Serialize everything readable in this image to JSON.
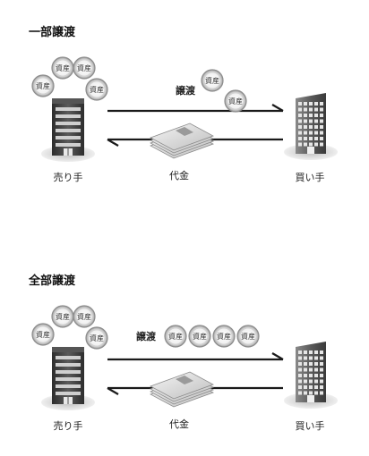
{
  "sections": [
    {
      "title": "一部譲渡",
      "seller_label": "売り手",
      "buyer_label": "買い手",
      "transfer_label": "譲渡",
      "payment_label": "代金",
      "asset_label": "資産",
      "seller_asset_count": 4,
      "transferred_asset_count": 2
    },
    {
      "title": "全部譲渡",
      "seller_label": "売り手",
      "buyer_label": "買い手",
      "transfer_label": "譲渡",
      "payment_label": "代金",
      "asset_label": "資産",
      "seller_asset_count": 4,
      "transferred_asset_count": 4
    }
  ],
  "colors": {
    "building_dark": "#3a3a3a",
    "building_mid": "#6b6b6b",
    "coin_ring": "#8c8c8c",
    "arrow": "#1a1a1a",
    "money": "#d9d9d9"
  },
  "icons": {
    "seller": "office-building-icon",
    "buyer": "office-tower-icon",
    "asset": "asset-coin-icon",
    "payment": "money-stack-icon"
  }
}
